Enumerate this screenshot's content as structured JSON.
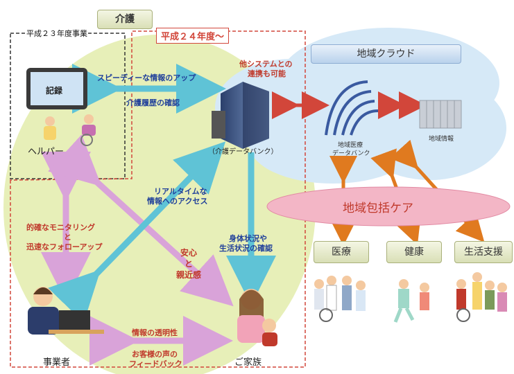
{
  "colors": {
    "accent_red": "#c0392b",
    "accent_blue": "#1f3f9a",
    "area_green": "#e7efb8",
    "cloud_blue": "#d6e9f7"
  },
  "header": {
    "kaigo_tag": "介護",
    "fy23": "平成２３年度事業",
    "fy24": "平成２４年度〜"
  },
  "cloud": {
    "title": "地域クラウド",
    "other_systems_line1": "他システムとの",
    "other_systems_line2": "連携も可能",
    "regional_bank_line1": "地域医療",
    "regional_bank_line2": "データバンク",
    "regional_info": "地域情報"
  },
  "kaigo_bank": "（介護データバンク）",
  "record_label": "記録",
  "helper_label": "ヘルパー",
  "arrows": {
    "speedy_info": "スピーディーな情報のアップ",
    "care_history": "介護履歴の確認",
    "realtime_line1": "リアルタイムな",
    "realtime_line2": "情報へのアクセス",
    "body_line1": "身体状況や",
    "body_line2": "生活状況の確認",
    "monitor_line1": "的確なモニタリング",
    "monitor_line2": "と",
    "monitor_line3": "迅速なフォローアップ",
    "anshin_line1": "安心",
    "anshin_line2": "と",
    "anshin_line3": "親近感",
    "transparency": "情報の透明性",
    "feedback_line1": "お客様の声の",
    "feedback_line2": "フィードバック"
  },
  "care_label": "地域包括ケア",
  "services": [
    "医療",
    "健康",
    "生活支援"
  ],
  "business_label": "事業者",
  "family_label": "ご家族"
}
